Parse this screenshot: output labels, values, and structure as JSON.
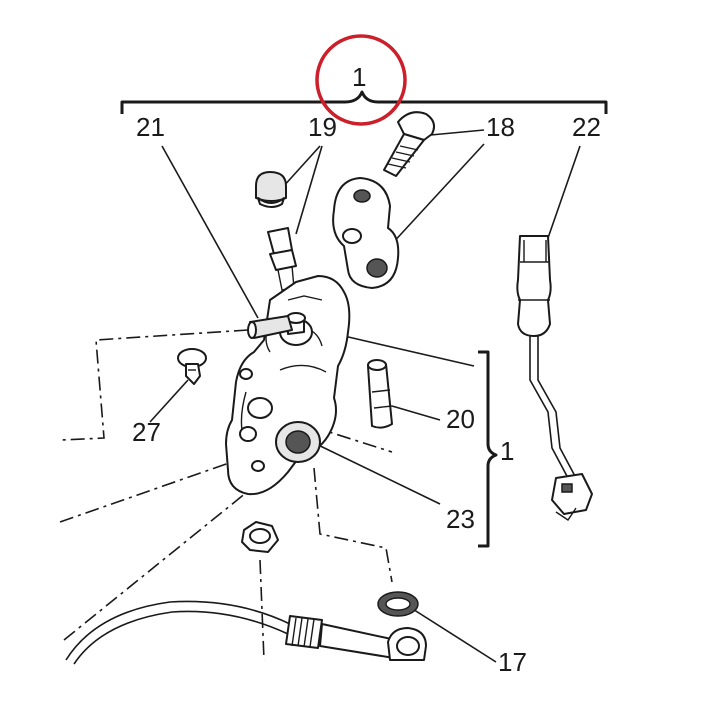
{
  "diagram": {
    "callouts": {
      "assembly_top": "1",
      "assembly_side": "1",
      "c17": "17",
      "c18": "18",
      "c19": "19",
      "c20": "20",
      "c21": "21",
      "c22": "22",
      "c23": "23",
      "c27": "27"
    },
    "colors": {
      "highlight_circle": "#cc1f2a",
      "line_art": "#1a1a1a",
      "shading": "#e6e6e6"
    }
  }
}
